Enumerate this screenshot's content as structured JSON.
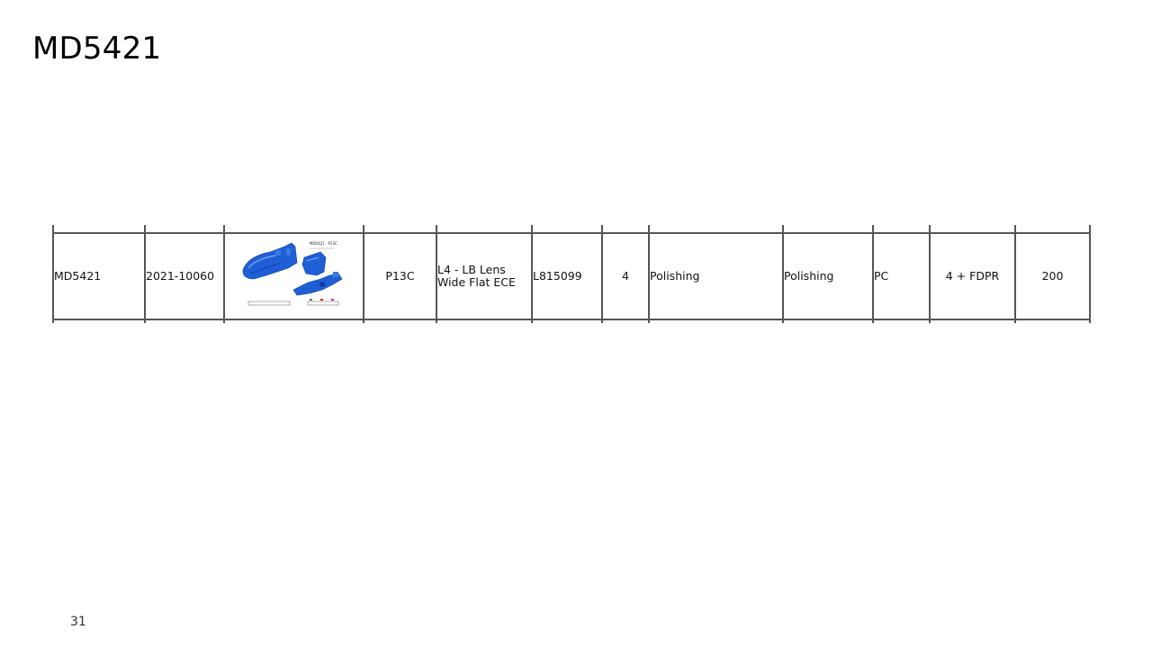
{
  "slide": {
    "title": "MD5421",
    "page_number": "31"
  },
  "table": {
    "row": {
      "part": "MD5421",
      "project_no": "2021-10060",
      "image_label": "P13C",
      "code": "P13C",
      "description_line1": "L4 - LB Lens",
      "description_line2": "Wide Flat ECE",
      "part_no": "L815099",
      "qty": "4",
      "process1": "Polishing",
      "process2": "Polishing",
      "material": "PC",
      "spec": "4 + FDPR",
      "value": "200"
    }
  },
  "colors": {
    "part_blue": "#1f5fd6",
    "rule": "#555555"
  }
}
